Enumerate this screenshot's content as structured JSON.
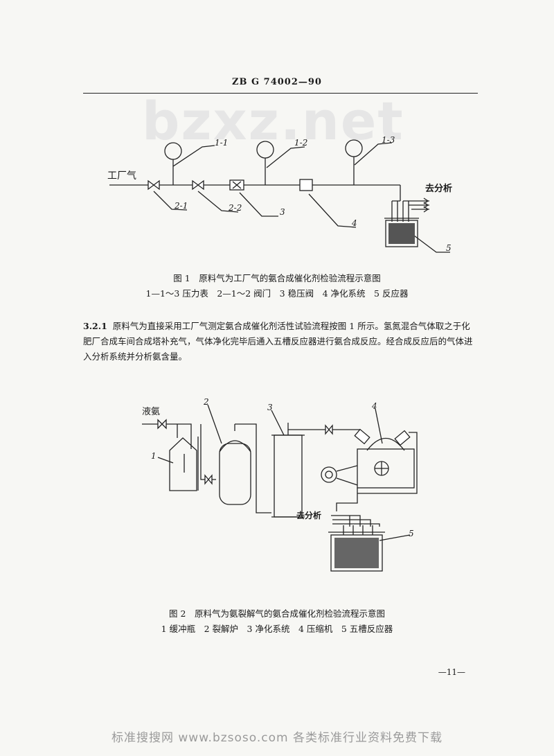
{
  "header": {
    "code": "ZB G 74002—90"
  },
  "watermark": "bzxz.net",
  "fig1": {
    "label_inlet": "工厂气",
    "label_outlet": "去分析",
    "callouts": [
      "1-1",
      "1-2",
      "1-3",
      "2-1",
      "2-2",
      "3",
      "4",
      "5"
    ],
    "caption_title": "图 1　原料气为工厂气的氨合成催化剂检验流程示意图",
    "caption_legend": "1—1～3 压力表　2—1～2 阀门　3 稳压阀　4 净化系统　5 反应器"
  },
  "section": {
    "number": "3.2.1",
    "text": "原料气为直接采用工厂气测定氨合成催化剂活性试验流程按图 1 所示。氢氮混合气体取之于化肥厂合成车间合成塔补充气，气体净化完毕后通入五槽反应器进行氨合成反应。经合成反应后的气体进入分析系统并分析氨含量。"
  },
  "fig2": {
    "label_inlet": "液氨",
    "label_outlet": "去分析",
    "callouts": [
      "1",
      "2",
      "3",
      "4",
      "5"
    ],
    "caption_title": "图 2　原料气为氨裂解气的氨合成催化剂检验流程示意图",
    "caption_legend": "1 缓冲瓶　2 裂解炉　3 净化系统　4 压缩机　5 五槽反应器"
  },
  "page_number": "—11—",
  "footer": "标准搜搜网 www.bzsoso.com 各类标准行业资料免费下载"
}
